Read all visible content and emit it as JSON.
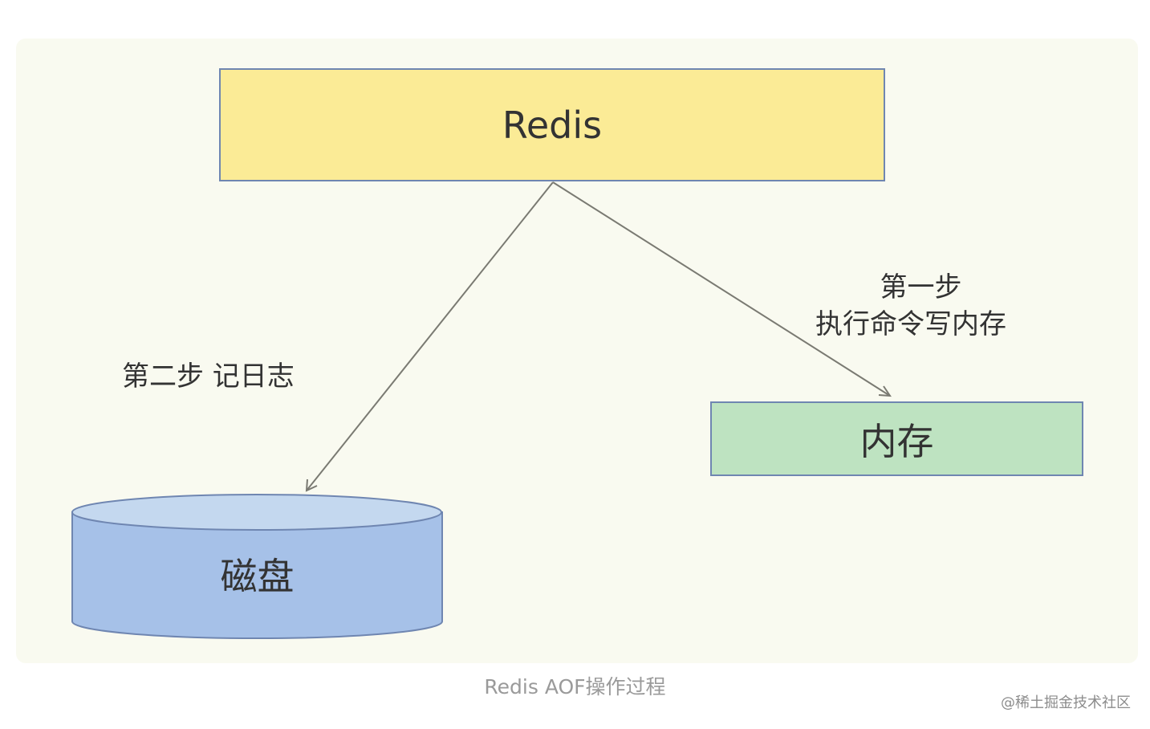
{
  "nodes": {
    "redis": "Redis",
    "memory": "内存",
    "disk": "磁盘"
  },
  "edges": {
    "step1_title": "第一步",
    "step1_desc": "执行命令写内存",
    "step2": "第二步 记日志"
  },
  "caption": "Redis AOF操作过程",
  "watermark": "@稀土掘金技术社区",
  "colors": {
    "panel_bg": "#f9faf0",
    "redis_fill": "#fbeb96",
    "memory_fill": "#bee3c1",
    "disk_fill": "#a6c1e8",
    "disk_top": "#c4d8ef",
    "stroke": "#6f86b1",
    "arrow": "#7a7a72"
  }
}
